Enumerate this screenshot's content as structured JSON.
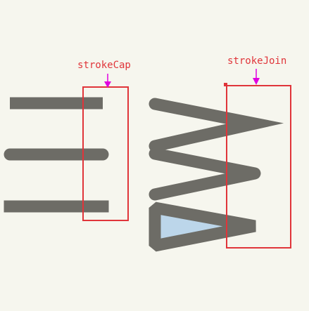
{
  "labels": {
    "stroke_cap": "strokeCap",
    "stroke_join": "strokeJoin"
  },
  "colors": {
    "background": "#f6f6ee",
    "stroke": "#6d6c66",
    "highlight_box": "#e0353a",
    "label_text": "#e0353a",
    "pointer_arrow": "#e000e0",
    "triangle_fill": "#bcd6ea"
  },
  "line_caps": [
    "butt",
    "round",
    "square"
  ],
  "line_joins": [
    "miter",
    "round",
    "bevel"
  ]
}
